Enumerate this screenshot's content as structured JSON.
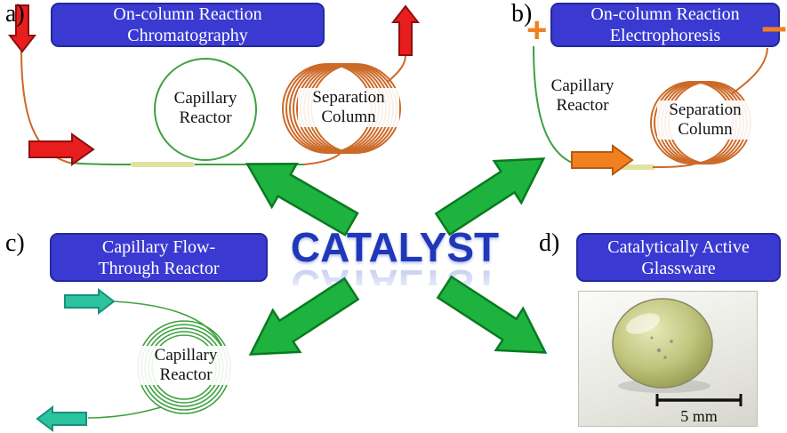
{
  "colors": {
    "box-bg": "#3a3ad2",
    "box-border": "#222a9a",
    "capillary-green": "#3fa040",
    "column-orange": "#cc6a28",
    "arrow-green": "#1eb33e",
    "arrow-green-edge": "#0a7a20",
    "arrow-red": "#e81e1e",
    "arrow-red-edge": "#8e0f0f",
    "arrow-orange": "#f08020",
    "arrow-orange-edge": "#b55a10",
    "arrow-teal": "#2cc39f",
    "arrow-teal-edge": "#189078",
    "electrode-orange": "#f08020",
    "catalyst-blue": "#2038b8"
  },
  "center": {
    "title": "CATALYST"
  },
  "panels": {
    "a": {
      "letter": "a)",
      "title_lines": [
        "On-column Reaction",
        "Chromatography"
      ],
      "reactor_lines": [
        "Capillary",
        "Reactor"
      ],
      "column_lines": [
        "Separation",
        "Column"
      ]
    },
    "b": {
      "letter": "b)",
      "title_lines": [
        "On-column Reaction",
        "Electrophoresis"
      ],
      "plus": "+",
      "minus": "–",
      "reactor_lines": [
        "Capillary",
        "Reactor"
      ],
      "column_lines": [
        "Separation",
        "Column"
      ]
    },
    "c": {
      "letter": "c)",
      "title_lines": [
        "Capillary Flow-",
        "Through Reactor"
      ],
      "reactor_lines": [
        "Capillary",
        "Reactor"
      ]
    },
    "d": {
      "letter": "d)",
      "title_lines": [
        "Catalytically Active",
        "Glassware"
      ],
      "scale_label": "5 mm"
    }
  }
}
